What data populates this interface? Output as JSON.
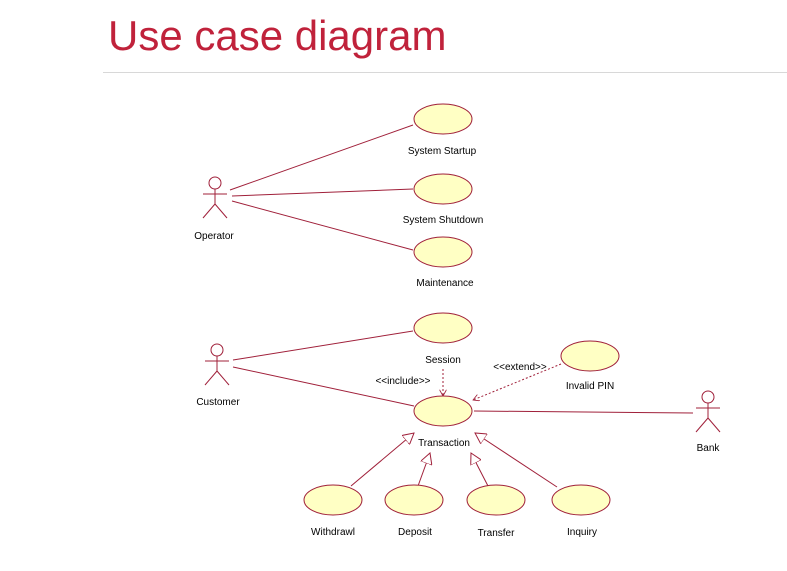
{
  "title": "Use case diagram",
  "colors": {
    "title": "#c0223b",
    "line": "#a0203a",
    "usecase_fill": "#ffffc4",
    "usecase_stroke": "#a0203a",
    "divider": "#d8d8d8"
  },
  "actors": {
    "operator": "Operator",
    "customer": "Customer",
    "bank": "Bank"
  },
  "use_cases": {
    "system_startup": "System Startup",
    "system_shutdown": "System Shutdown",
    "maintenance": "Maintenance",
    "session": "Session",
    "transaction": "Transaction",
    "invalid_pin": "Invalid PIN",
    "withdrawl": "Withdrawl",
    "deposit": "Deposit",
    "transfer": "Transfer",
    "inquiry": "Inquiry"
  },
  "relations": {
    "include": "<<include>>",
    "extend": "<<extend>>"
  }
}
